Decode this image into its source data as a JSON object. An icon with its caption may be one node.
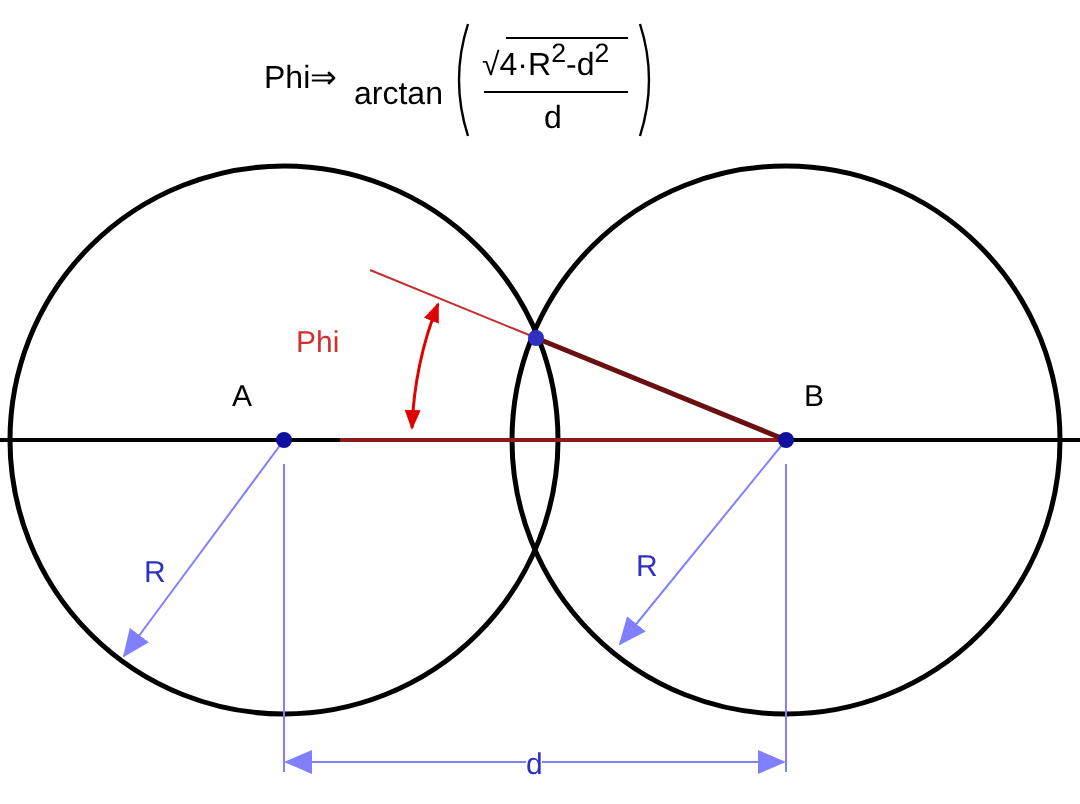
{
  "diagram": {
    "labels": [
      "Phi⇒",
      "arctan",
      "√4·R$^{2}$-d$^{2}$",
      "d",
      "Phi",
      "A",
      "B",
      "R",
      "R",
      "d"
    ]
  }
}
